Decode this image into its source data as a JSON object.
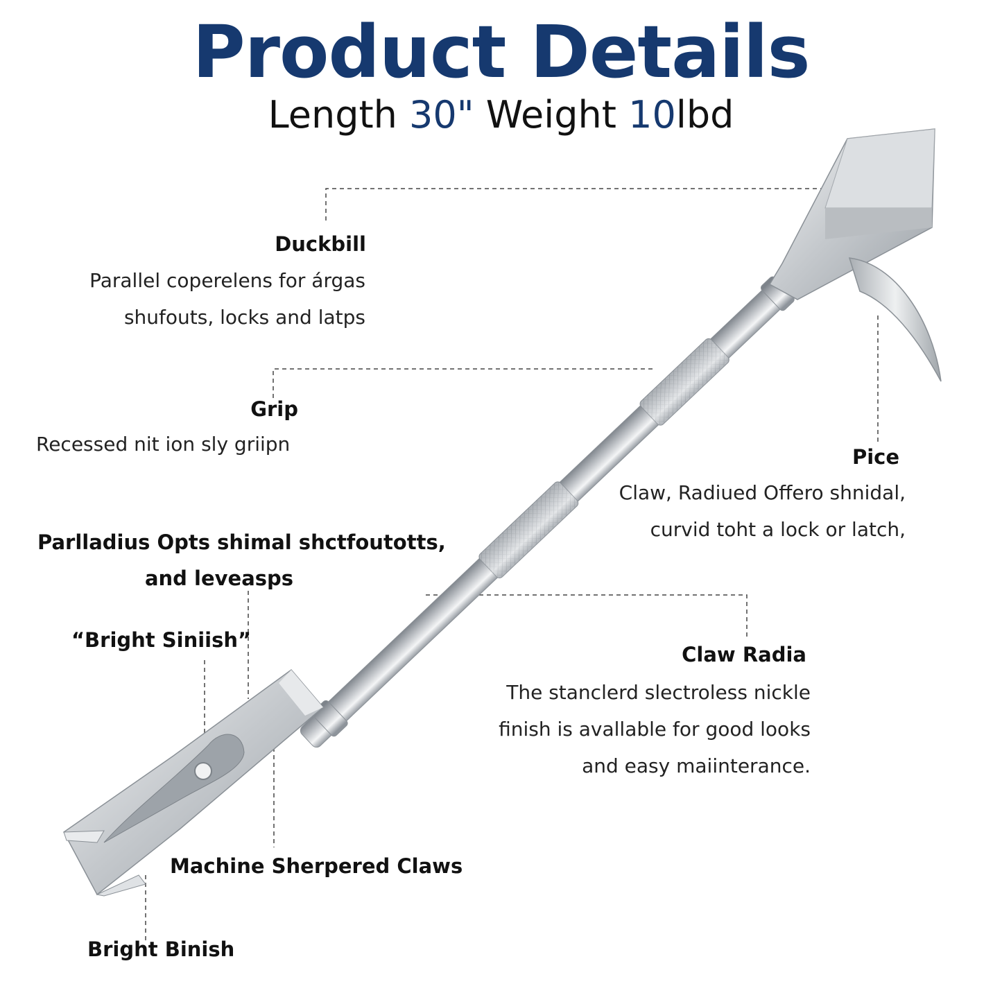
{
  "header": {
    "title": "Product Details",
    "length_label": "Length",
    "length_value": "30\"",
    "weight_label": "Weight",
    "weight_value": "10",
    "weight_unit": "lbd"
  },
  "callouts": {
    "duckbill": {
      "title": "Duckbill",
      "lines": [
        "Parallel coperelens for árgas",
        "shufouts, locks and latps"
      ]
    },
    "grip": {
      "title": "Grip",
      "lines": [
        "Recessed nit ion sly griipn"
      ]
    },
    "pice": {
      "title": "Pice",
      "lines": [
        "Claw, Radiued Offero shnidal,",
        "curvid toht a lock or latch,"
      ]
    },
    "parladius": {
      "lines": [
        "Parlladius Opts shimal shctfoutotts,",
        "and leveasps"
      ]
    },
    "bright_siniish": {
      "title": "“Bright Siniish”"
    },
    "claw_radia": {
      "title": "Claw Radia",
      "lines": [
        "The stanclerd slectroless nickle",
        "finish is avallable for good looks",
        "and easy maiinterance."
      ]
    },
    "machine_claws": {
      "title": "Machine Sherpered Claws"
    },
    "bright_binish": {
      "title": "Bright Binish"
    }
  }
}
